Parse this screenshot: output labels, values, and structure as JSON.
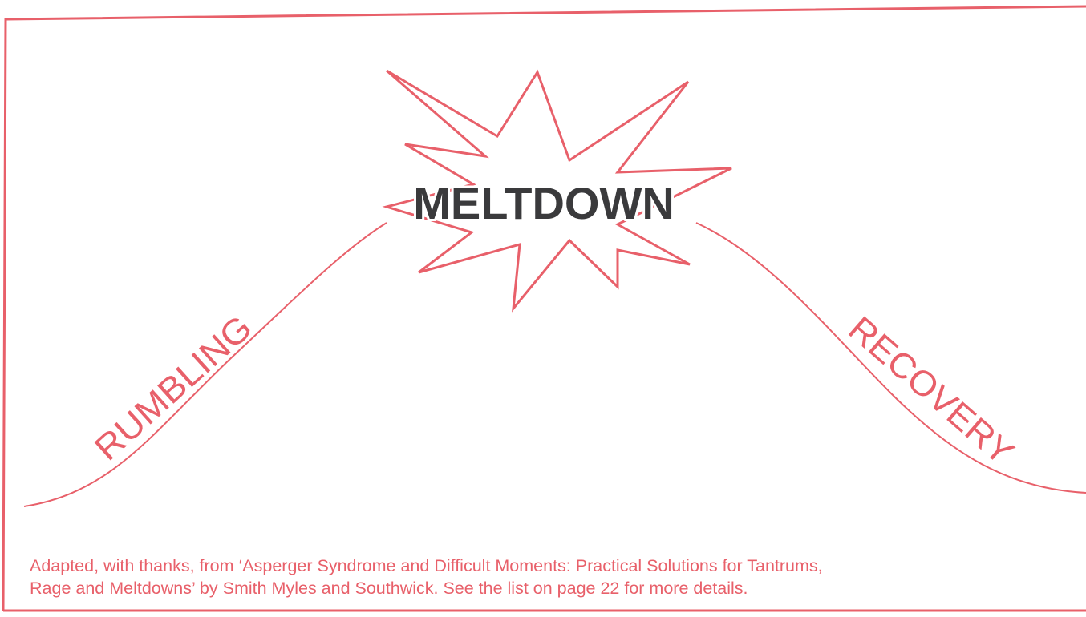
{
  "diagram": {
    "peak_label": "MELTDOWN",
    "left_label": "RUMBLING",
    "right_label": "RECOVERY"
  },
  "caption": {
    "line1": "Adapted, with thanks, from ‘Asperger Syndrome and Difficult Moments: Practical Solutions for Tantrums,",
    "line2": "Rage and Meltdowns’ by Smith Myles and Southwick. See the list on page 22 for more details."
  },
  "colors": {
    "accent": "#e8606a",
    "peak_text": "#3a3a3c",
    "background": "#ffffff"
  }
}
